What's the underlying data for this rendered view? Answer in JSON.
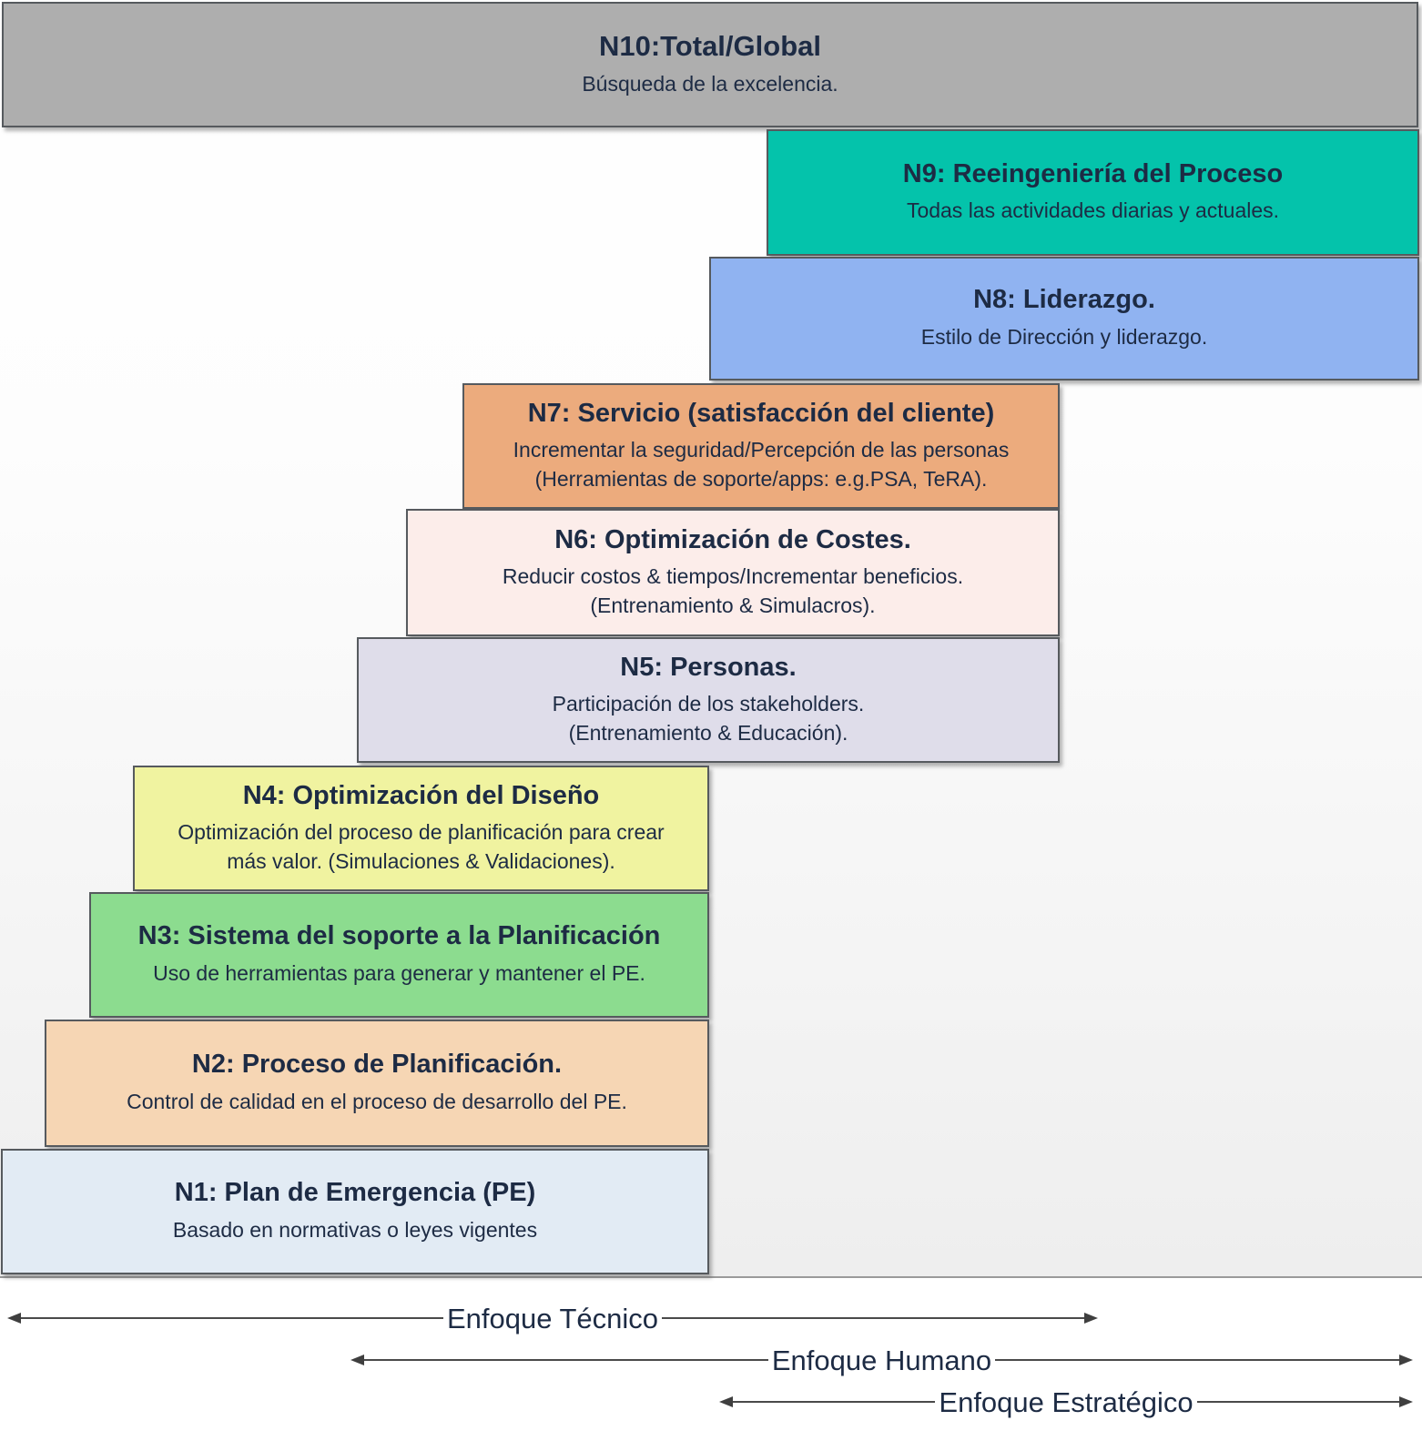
{
  "diagram": {
    "text_color": "#1d2b44",
    "arrow_color": "#3f3f3f",
    "background_top": "#ffffff",
    "background_bottom": "#eeeeee",
    "levels": [
      {
        "id": "N10",
        "title": "N10:Total/Global",
        "desc": "Búsqueda de la excelencia.",
        "color": "#aeaeae"
      },
      {
        "id": "N9",
        "title": "N9: Reeingeniería del Proceso",
        "desc": "Todas las actividades diarias y actuales.",
        "color": "#04c3ab"
      },
      {
        "id": "N8",
        "title": "N8: Liderazgo.",
        "desc": "Estilo de Dirección y liderazgo.",
        "color": "#90b3f1"
      },
      {
        "id": "N7",
        "title": "N7: Servicio (satisfacción del cliente)",
        "desc": "Incrementar la seguridad/Percepción de las personas\n(Herramientas de soporte/apps: e.g.PSA, TeRA).",
        "color": "#ecab7d"
      },
      {
        "id": "N6",
        "title": "N6: Optimización de Costes.",
        "desc": "Reducir costos & tiempos/Incrementar beneficios.\n(Entrenamiento & Simulacros).",
        "color": "#fcedea"
      },
      {
        "id": "N5",
        "title": "N5: Personas.",
        "desc": "Participación de los stakeholders.\n(Entrenamiento & Educación).",
        "color": "#dfddea"
      },
      {
        "id": "N4",
        "title": "N4: Optimización del Diseño",
        "desc": "Optimización del proceso de planificación para crear\nmás valor. (Simulaciones & Validaciones).",
        "color": "#f0f3a0"
      },
      {
        "id": "N3",
        "title": "N3: Sistema del soporte a la Planificación",
        "desc": "Uso de herramientas para generar y mantener el PE.",
        "color": "#8cdc8f"
      },
      {
        "id": "N2",
        "title": "N2: Proceso de Planificación.",
        "desc": "Control de calidad en el proceso de desarrollo del PE.",
        "color": "#f6d6b4"
      },
      {
        "id": "N1",
        "title": "N1: Plan de Emergencia (PE)",
        "desc": "Basado en normativas o leyes vigentes",
        "color": "#e2ebf4"
      }
    ],
    "axes": [
      {
        "label": "Enfoque Técnico"
      },
      {
        "label": "Enfoque Humano"
      },
      {
        "label": "Enfoque Estratégico"
      }
    ]
  }
}
